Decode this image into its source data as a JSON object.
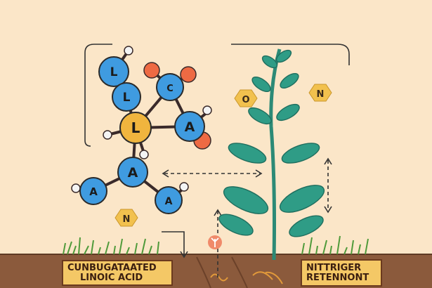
{
  "molecule": {
    "atoms": [
      {
        "label": "L",
        "color": "#3f9be0"
      },
      {
        "label": "L",
        "color": "#3f9be0"
      },
      {
        "label": "C",
        "color": "#3f9be0"
      },
      {
        "label": "L",
        "color": "#f0b53e"
      },
      {
        "label": "A",
        "color": "#3f9be0"
      },
      {
        "label": "A",
        "color": "#3f9be0"
      },
      {
        "label": "A",
        "color": "#3f9be0"
      },
      {
        "label": "A",
        "color": "#3f9be0"
      }
    ],
    "oxygen_color": "#ee6a43",
    "hydrogen_color": "#f4f4f4"
  },
  "floating_badges": [
    {
      "label": "O"
    },
    {
      "label": "N"
    },
    {
      "label": "N"
    }
  ],
  "left_label": {
    "line1": "CUNBUGATAATED",
    "line2": "LINOIC ACID"
  },
  "right_label": {
    "line1": "NITTRIGER",
    "line2": "RETENNONT"
  },
  "colors": {
    "background": "#fbe6c8",
    "leaf": "#2f9c86",
    "stem": "#2c8a76",
    "soil": "#8b5a3c",
    "grass": "#4f9a3a",
    "label_fill": "#f4c866",
    "arrow": "#333333"
  }
}
